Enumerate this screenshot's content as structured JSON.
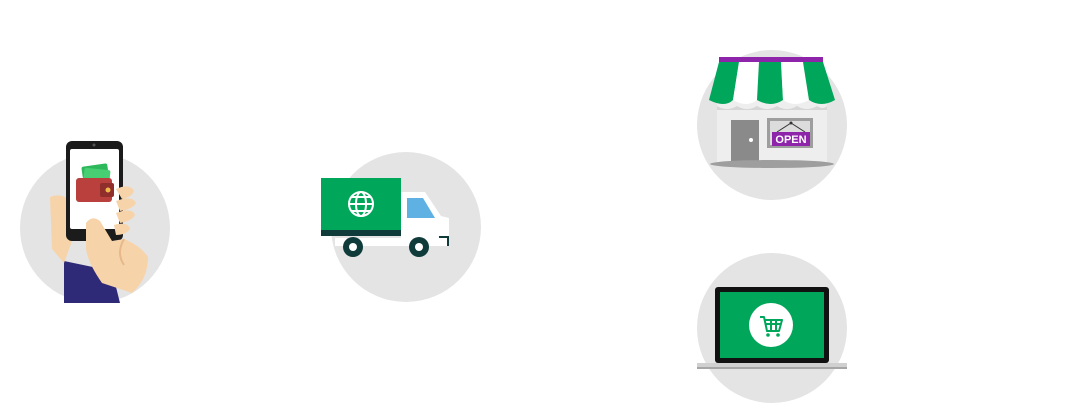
{
  "diagram": {
    "nodes": [
      {
        "id": "mobile-wallet",
        "icon": "mobile-wallet-icon"
      },
      {
        "id": "delivery-truck",
        "icon": "delivery-truck-icon"
      },
      {
        "id": "storefront",
        "icon": "storefront-icon",
        "sign_text": "OPEN"
      },
      {
        "id": "online-shop",
        "icon": "laptop-cart-icon"
      }
    ]
  },
  "colors": {
    "circle_bg": "#e4e4e4",
    "brand_green": "#00a65a",
    "dark_teal": "#0f3b3a",
    "purple": "#8e24aa",
    "skin": "#f7d3aa",
    "sleeve": "#2e2a78",
    "wallet": "#b9403c"
  }
}
